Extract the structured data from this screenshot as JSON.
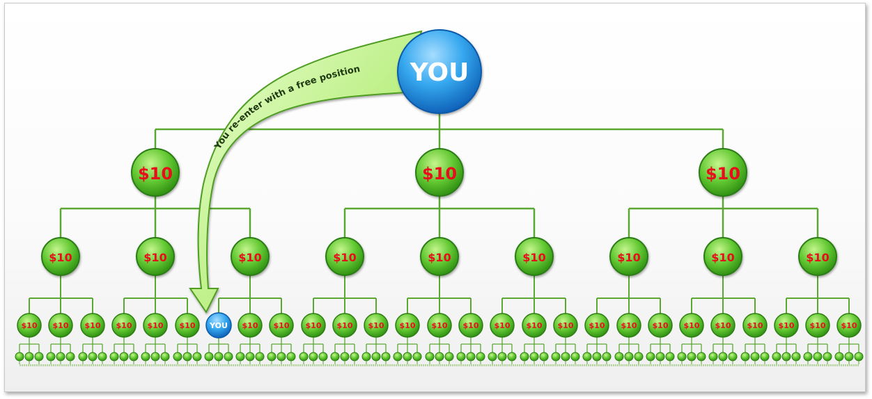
{
  "diagram": {
    "root_label": "YOU",
    "curved_arrow_text": "You re-enter with a free position",
    "level1_labels": [
      "$10",
      "$10",
      "$10"
    ],
    "level2_labels": [
      "$10",
      "$10",
      "$10",
      "$10",
      "$10",
      "$10",
      "$10",
      "$10",
      "$10"
    ],
    "level3_labels": [
      "$10",
      "$10",
      "$10",
      "$10",
      "$10",
      "$10",
      "YOU",
      "$10",
      "$10",
      "$10",
      "$10",
      "$10",
      "$10",
      "$10",
      "$10",
      "$10",
      "$10",
      "$10",
      "$10",
      "$10",
      "$10",
      "$10",
      "$10",
      "$10",
      "$10",
      "$10",
      "$10"
    ],
    "reentry_position_label": "YOU",
    "level4_count": 81,
    "colors": {
      "node_green": "#66cc33",
      "node_green_dark": "#2f8f12",
      "line_green": "#5aa832",
      "price_red": "#e8101a",
      "you_blue": "#35a7ee",
      "arrow_fill": "#b6ec7a"
    }
  }
}
